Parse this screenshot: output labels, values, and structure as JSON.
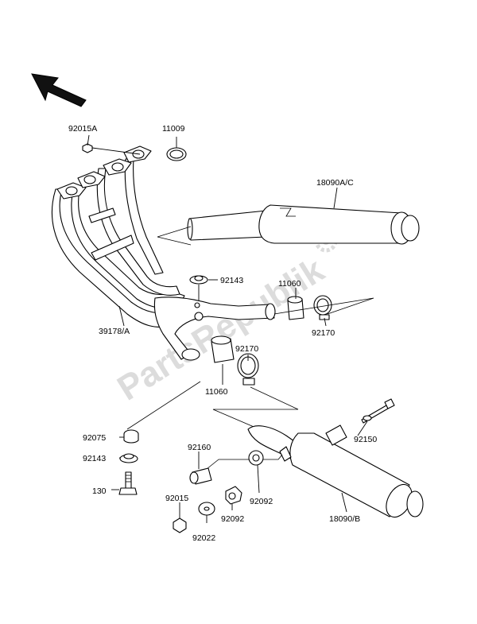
{
  "watermark": "PartsRepublik",
  "labels": {
    "p92015A": "92015A",
    "p11009": "11009",
    "p18090AC": "18090A/C",
    "p92143a": "92143",
    "p11060a": "11060",
    "p39178A": "39178/A",
    "p92170a": "92170",
    "p92170b": "92170",
    "p11060b": "11060",
    "p92075": "92075",
    "p92143b": "92143",
    "p130": "130",
    "p92160": "92160",
    "p92150": "92150",
    "p92015": "92015",
    "p92022": "92022",
    "p92092a": "92092",
    "p92092b": "92092",
    "p18090B": "18090/B"
  }
}
